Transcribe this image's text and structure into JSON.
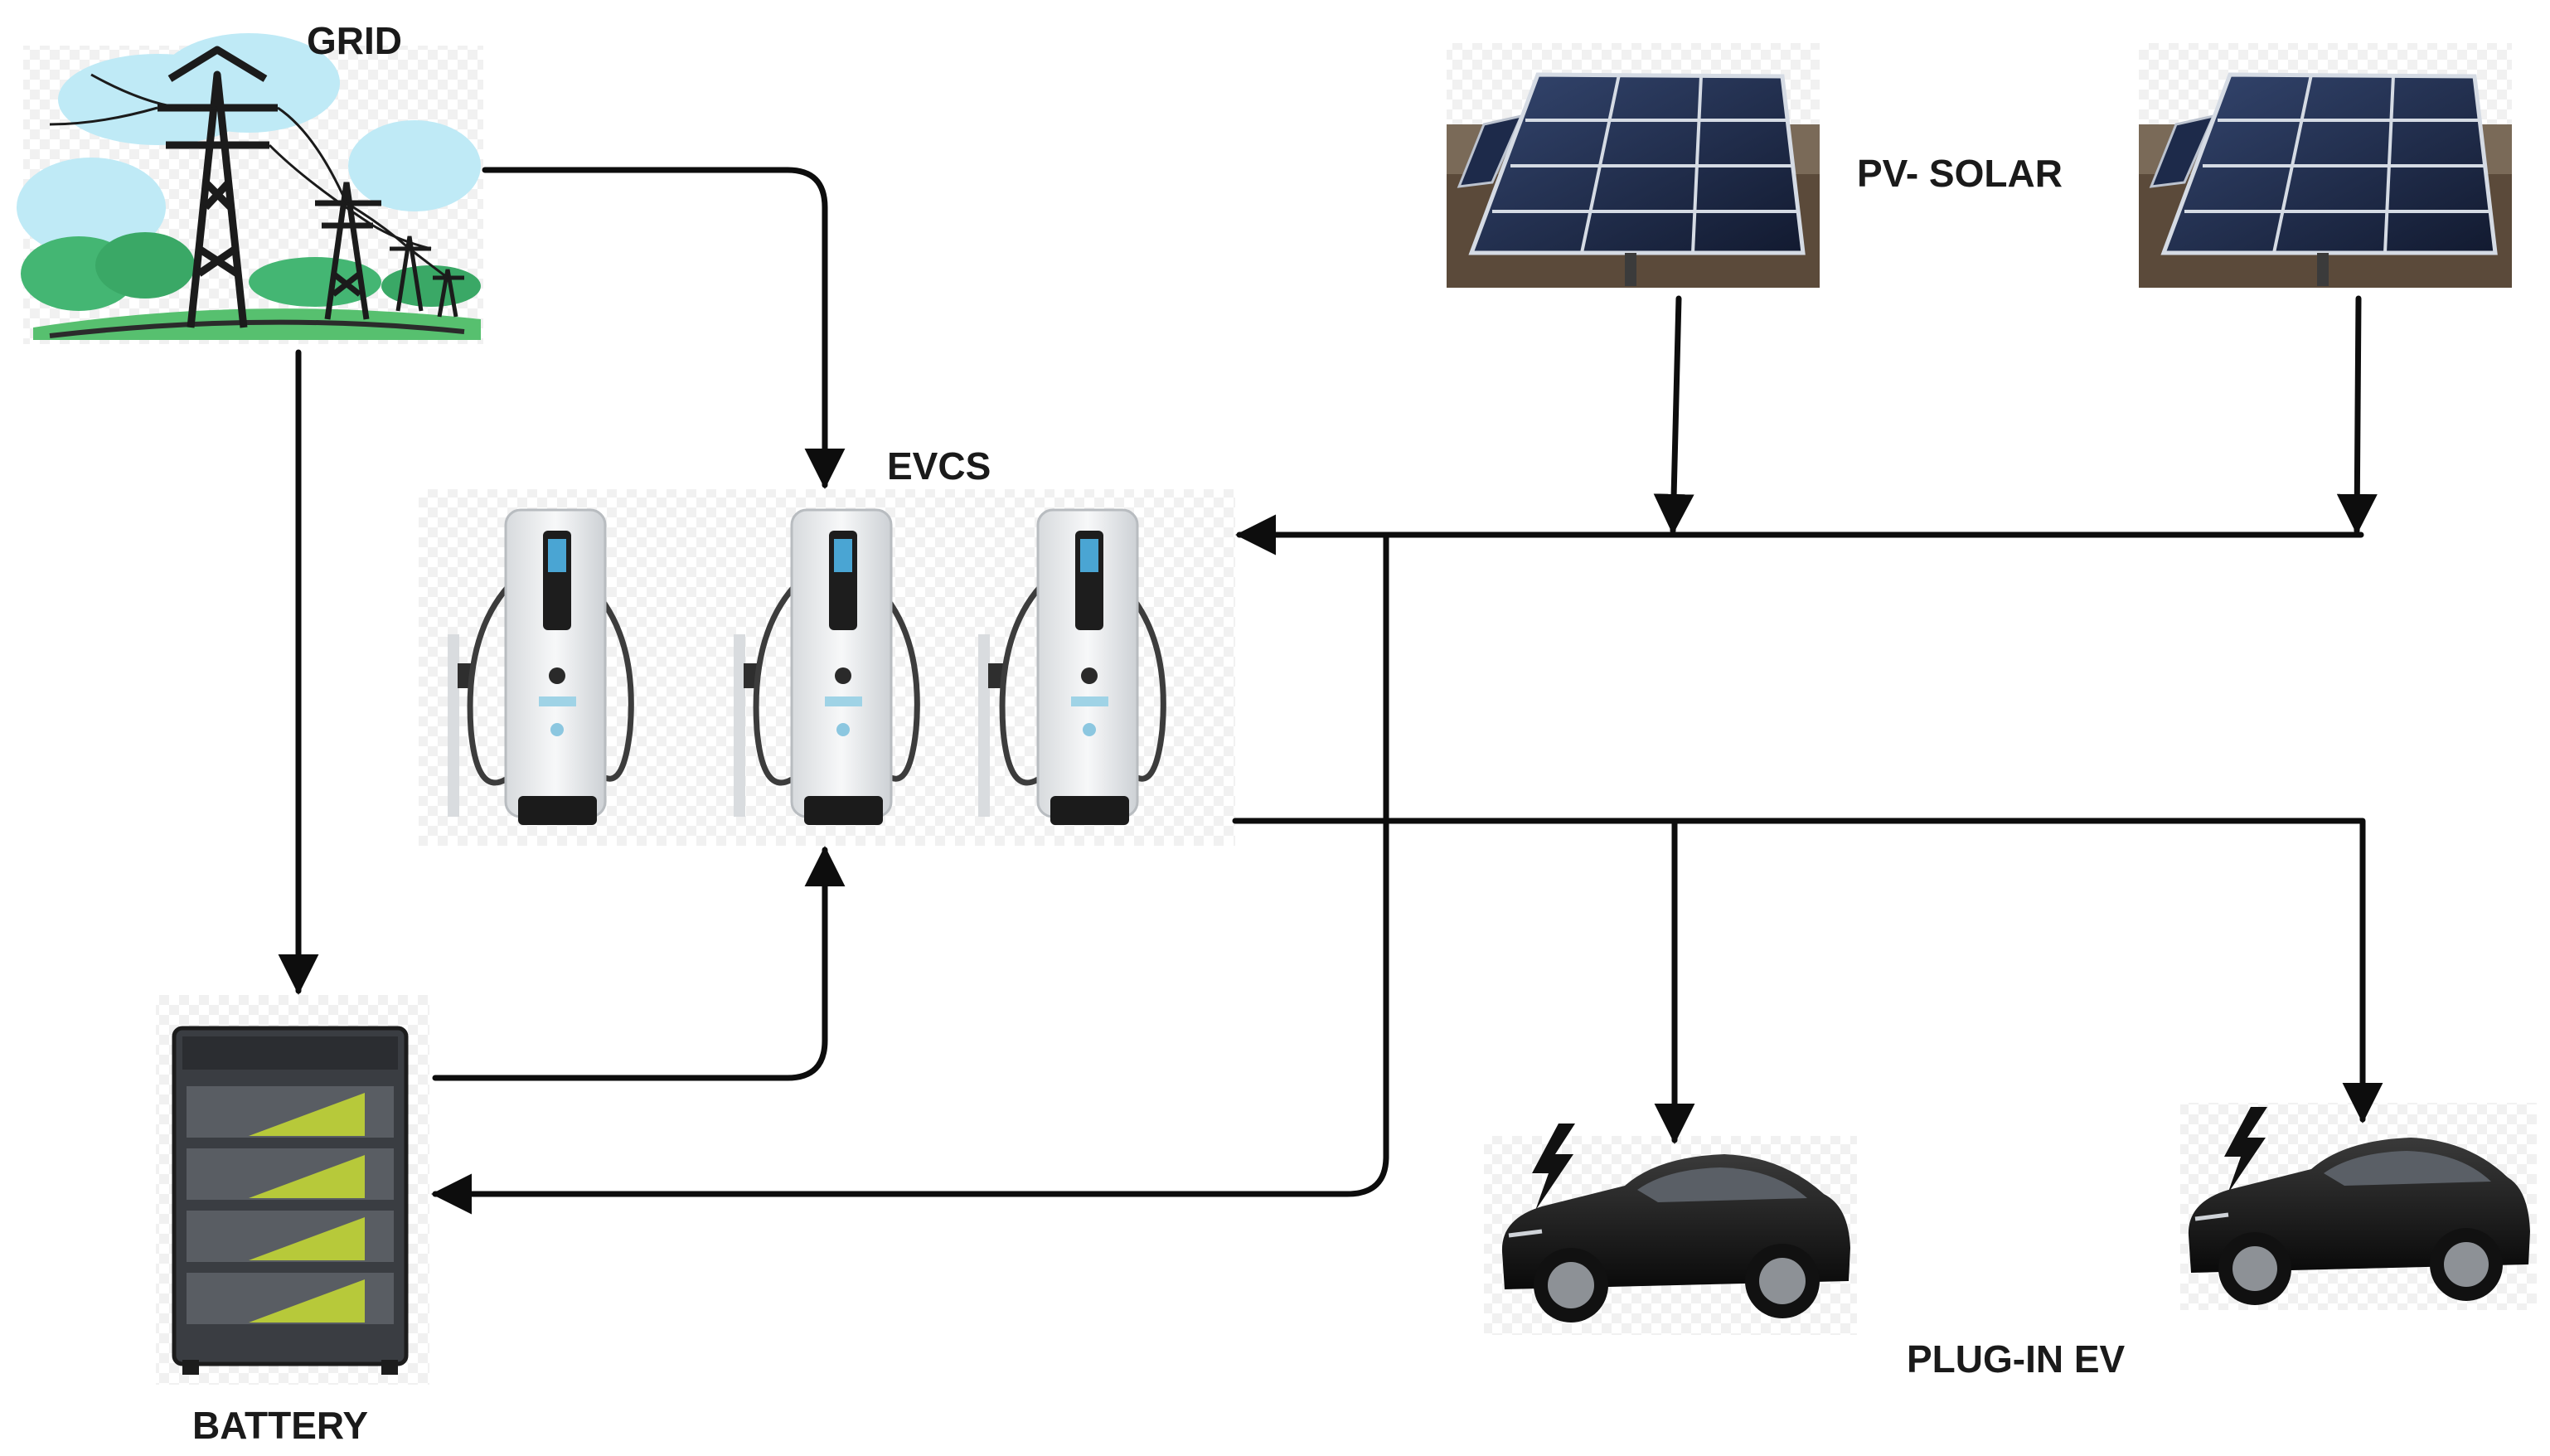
{
  "diagram": {
    "labels": {
      "grid": "GRID",
      "pv_solar": "PV- SOLAR",
      "evcs": "EVCS",
      "battery": "BATTERY",
      "plug_in_ev": "PLUG-IN EV"
    },
    "nodes": [
      {
        "id": "grid",
        "icon": "transmission-tower-icon"
      },
      {
        "id": "pv-solar-1",
        "icon": "solar-panel-icon"
      },
      {
        "id": "pv-solar-2",
        "icon": "solar-panel-icon"
      },
      {
        "id": "evcs",
        "icon": "ev-charger-icon"
      },
      {
        "id": "battery",
        "icon": "battery-rack-icon"
      },
      {
        "id": "plug-in-ev-1",
        "icon": "electric-car-icon"
      },
      {
        "id": "plug-in-ev-2",
        "icon": "electric-car-icon"
      }
    ],
    "edges": [
      {
        "from": "grid",
        "to": "evcs"
      },
      {
        "from": "grid",
        "to": "battery"
      },
      {
        "from": "pv-solar-1",
        "to": "evcs"
      },
      {
        "from": "pv-solar-2",
        "to": "evcs"
      },
      {
        "from": "pv-solar",
        "to": "battery"
      },
      {
        "from": "battery",
        "to": "evcs"
      },
      {
        "from": "evcs",
        "to": "plug-in-ev-1"
      },
      {
        "from": "evcs",
        "to": "plug-in-ev-2"
      }
    ],
    "colors": {
      "line": "#0d0d0d",
      "sky": "#bfeaf6",
      "grass": "#44b673",
      "panel": "#1d2a4a",
      "soil": "#5b4a3a",
      "charger": "#eceef0",
      "car": "#141414",
      "battery_body": "#3a3d42",
      "battery_accent": "#b7c93a"
    }
  }
}
